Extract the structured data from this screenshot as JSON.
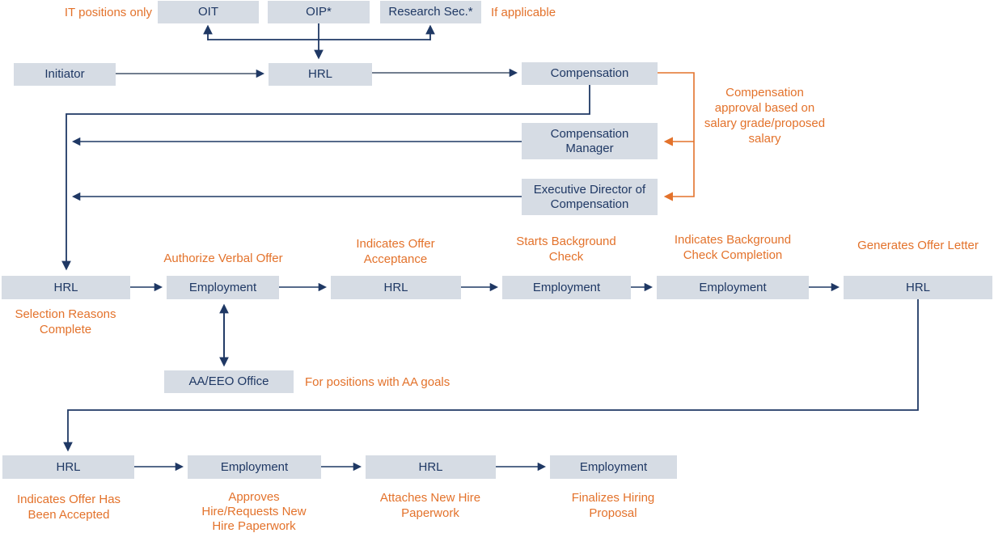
{
  "diagram_title": "Hiring workflow approval flowchart",
  "colors": {
    "box_fill": "#d6dce4",
    "box_text": "#1f3864",
    "connector_navy": "#1f3864",
    "annotation_orange": "#e3722b"
  },
  "nodes": {
    "oit": "OIT",
    "oip": "OIP*",
    "research_sec": "Research Sec.*",
    "initiator": "Initiator",
    "hrl_top": "HRL",
    "compensation": "Compensation",
    "comp_manager": "Compensation\nManager",
    "exec_director": "Executive Director of\nCompensation",
    "hrl_mid1": "HRL",
    "employment_mid1": "Employment",
    "hrl_mid2": "HRL",
    "employment_mid2": "Employment",
    "employment_mid3": "Employment",
    "hrl_mid3": "HRL",
    "aa_eeo": "AA/EEO Office",
    "hrl_bot1": "HRL",
    "employment_bot1": "Employment",
    "hrl_bot2": "HRL",
    "employment_bot2": "Employment"
  },
  "annotations": {
    "it_positions_only": "IT positions only",
    "if_applicable": "If applicable",
    "comp_approval": "Compensation\napproval based on\nsalary grade/proposed\nsalary",
    "selection_reasons": "Selection Reasons\nComplete",
    "authorize_verbal_offer": "Authorize Verbal Offer",
    "indicates_offer_acceptance": "Indicates Offer\nAcceptance",
    "starts_background_check": "Starts Background\nCheck",
    "indicates_background_check_completion": "Indicates Background\nCheck Completion",
    "generates_offer_letter": "Generates Offer Letter",
    "for_positions_with_aa_goals": "For positions with AA goals",
    "indicates_offer_has_been_accepted": "Indicates Offer Has\nBeen Accepted",
    "approves_hire": "Approves\nHire/Requests New\nHire Paperwork",
    "attaches_new_hire_paperwork": "Attaches New Hire\nPaperwork",
    "finalizes_hiring_proposal": "Finalizes Hiring\nProposal"
  }
}
